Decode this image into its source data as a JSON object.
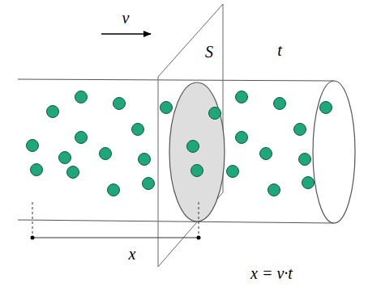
{
  "diagram": {
    "labels": [
      "v",
      "S",
      "t",
      "x",
      "x = v·t"
    ]
  }
}
